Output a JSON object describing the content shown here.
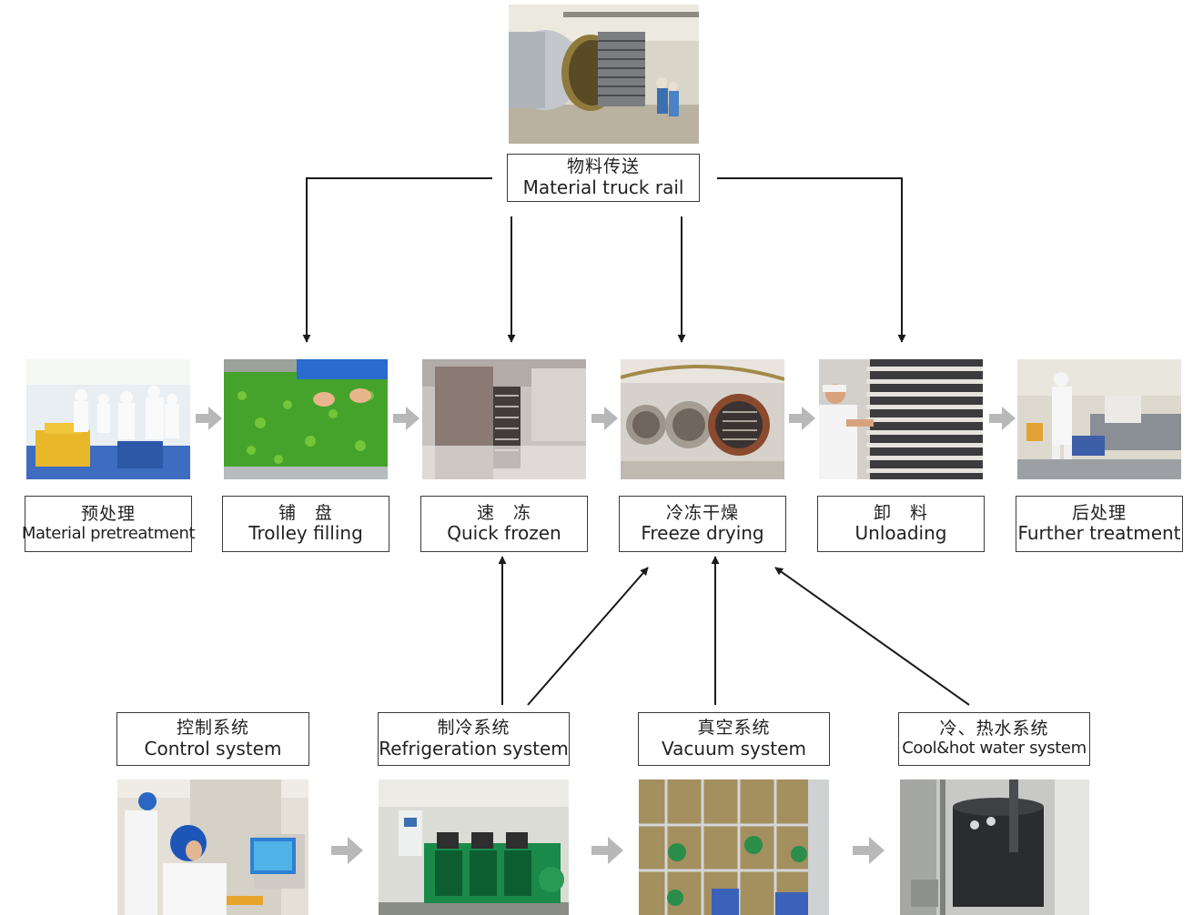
{
  "top": {
    "label_zh": "物料传送",
    "label_en": "Material truck rail"
  },
  "steps": [
    {
      "label_zh": "预处理",
      "label_en": "Material pretreatment"
    },
    {
      "label_zh": "铺　盘",
      "label_en": "Trolley filling"
    },
    {
      "label_zh": "速　冻",
      "label_en": "Quick frozen"
    },
    {
      "label_zh": "冷冻干燥",
      "label_en": "Freeze drying"
    },
    {
      "label_zh": "卸　料",
      "label_en": "Unloading"
    },
    {
      "label_zh": "后处理",
      "label_en": "Further treatment"
    }
  ],
  "systems": [
    {
      "label_zh": "控制系统",
      "label_en": "Control system"
    },
    {
      "label_zh": "制冷系统",
      "label_en": "Refrigeration system"
    },
    {
      "label_zh": "真空系统",
      "label_en": "Vacuum system"
    },
    {
      "label_zh": "冷、热水系统",
      "label_en": "Cool&hot water system"
    }
  ],
  "colors": {
    "line": "#1a1a1a",
    "flow_arrow": "#b8b8b8",
    "box_border": "#3a3a3a"
  }
}
